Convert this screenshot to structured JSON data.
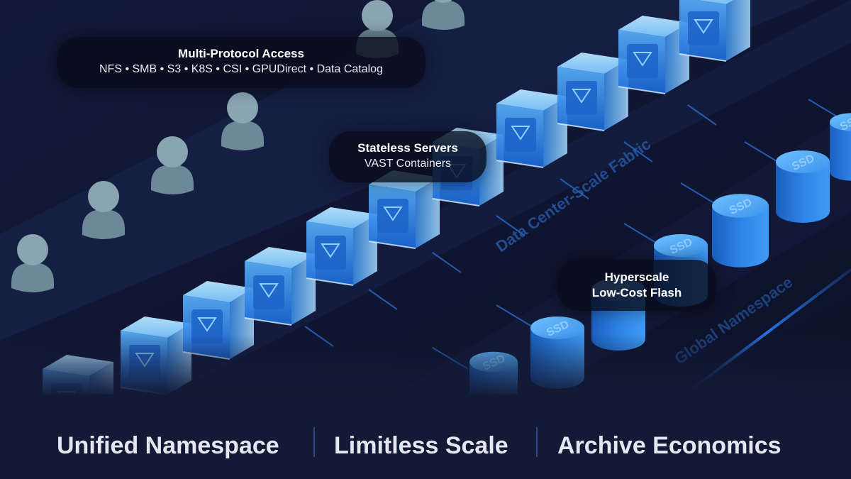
{
  "protocols_callout": {
    "title": "Multi-Protocol Access",
    "subtitle": "NFS • SMB • S3 • K8S • CSI • GPUDirect • Data Catalog"
  },
  "servers_callout": {
    "title": "Stateless Servers",
    "subtitle": "VAST Containers"
  },
  "flash_callout": {
    "line1": "Hyperscale",
    "line2": "Low-Cost Flash"
  },
  "fabric_label": "Data Center-Scale Fabric",
  "namespace_label": "Global Namespace",
  "drive_label": "SSD",
  "features": [
    "Unified Namespace",
    "Limitless Scale",
    "Archive Economics"
  ],
  "colors": {
    "background": "#0f1530",
    "footer": "#131a35",
    "accent_blue": "#1f74d8",
    "user_gray": "#7d98a6"
  },
  "icons": {
    "user": "user-icon",
    "server": "vast-logo-icon",
    "drive": "ssd-drive-icon"
  }
}
